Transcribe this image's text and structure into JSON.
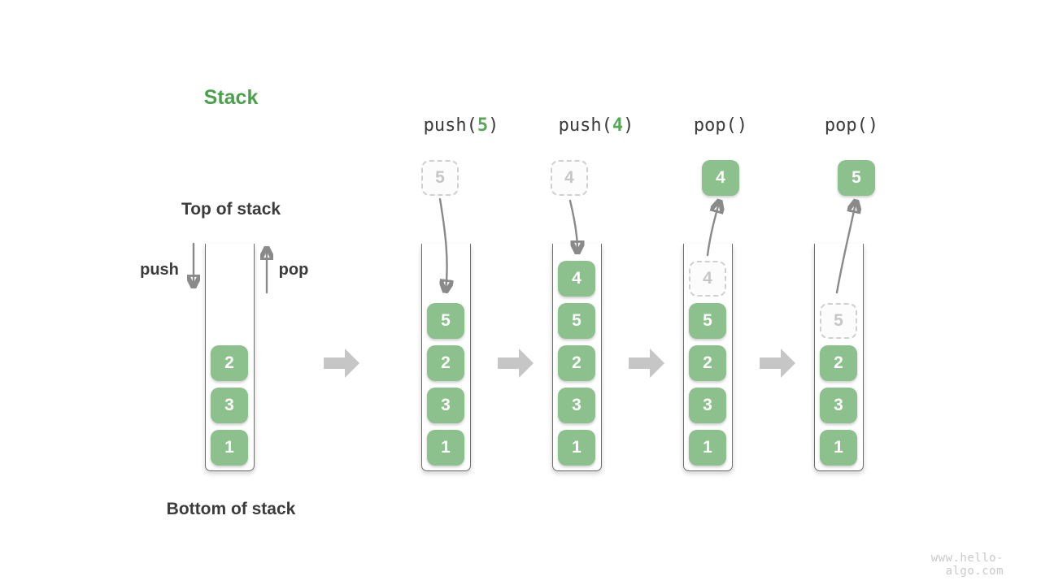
{
  "diagram": {
    "title": "Stack",
    "top_of_stack_label": "Top of stack",
    "bottom_of_stack_label": "Bottom of stack",
    "push_arrow_label": "push",
    "pop_arrow_label": "pop",
    "watermark": "www.hello-algo.com"
  },
  "colors": {
    "green_box": "#8cc08c",
    "green_title": "#4ba14b",
    "green_accent": "#57a657",
    "text_dark": "#3b3b3b",
    "arrow_gray": "#8a8a8a",
    "block_arrow": "#c6c6c6",
    "ghost_border": "#d0d0d0",
    "ghost_text": "#c6c6c6",
    "ghost_bg": "#fcfcfc",
    "vessel_border": "#6e6e6e",
    "watermark": "#c9c9c9"
  },
  "operations": [
    {
      "id": "push-5",
      "prefix": "push(",
      "arg": "5",
      "suffix": ")"
    },
    {
      "id": "push-4",
      "prefix": "push(",
      "arg": "4",
      "suffix": ")"
    },
    {
      "id": "pop-1",
      "prefix": "pop(",
      "arg": "",
      "suffix": ")"
    },
    {
      "id": "pop-2",
      "prefix": "pop(",
      "arg": "",
      "suffix": ")"
    }
  ],
  "floating_cells": [
    {
      "value": "5",
      "style": "ghost"
    },
    {
      "value": "4",
      "style": "ghost"
    },
    {
      "value": "4",
      "style": "solid"
    },
    {
      "value": "5",
      "style": "solid"
    }
  ],
  "stacks": [
    {
      "id": "initial",
      "cells": [
        "2",
        "3",
        "1"
      ]
    },
    {
      "id": "after-push-5",
      "cells": [
        "5",
        "2",
        "3",
        "1"
      ]
    },
    {
      "id": "after-push-4",
      "cells": [
        "4",
        "5",
        "2",
        "3",
        "1"
      ]
    },
    {
      "id": "after-pop-4",
      "ghost_value": "4",
      "cells": [
        "5",
        "2",
        "3",
        "1"
      ]
    },
    {
      "id": "after-pop-5",
      "ghost_value": "5",
      "cells": [
        "2",
        "3",
        "1"
      ]
    }
  ]
}
